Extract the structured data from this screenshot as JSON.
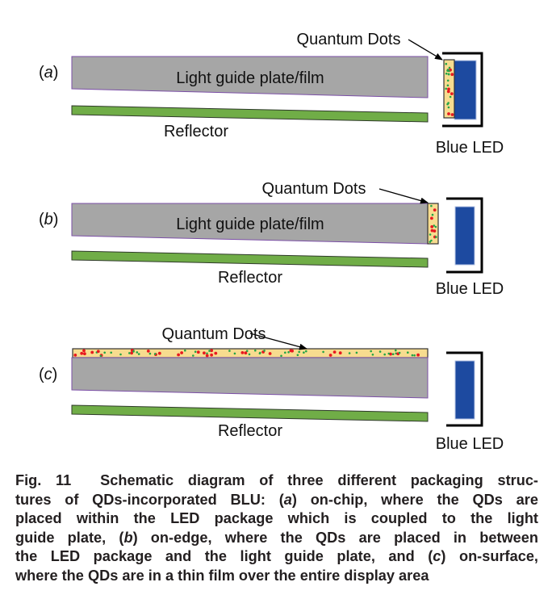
{
  "figure": {
    "colors": {
      "light_guide_fill": "#a6a6a6",
      "light_guide_stroke": "#7b4fa6",
      "reflector_fill": "#70ad47",
      "reflector_stroke": "#2f3a2a",
      "qd_fill": "#f7dc8f",
      "qd_red": "#e8191f",
      "qd_green": "#22a447",
      "led_blue": "#1d4aa0",
      "bracket": "#000000",
      "text": "#111111"
    },
    "panels": [
      {
        "id": "a",
        "label_open": "(",
        "label_letter": "a",
        "label_close": ")",
        "configuration": "on-chip",
        "light_guide_label": "Light guide plate/film",
        "reflector_label": "Reflector",
        "qd_label": "Quantum Dots",
        "led_label": "Blue LED"
      },
      {
        "id": "b",
        "label_open": "(",
        "label_letter": "b",
        "label_close": ")",
        "configuration": "on-edge",
        "light_guide_label": "Light guide plate/film",
        "reflector_label": "Reflector",
        "qd_label": "Quantum Dots",
        "led_label": "Blue LED"
      },
      {
        "id": "c",
        "label_open": "(",
        "label_letter": "c",
        "label_close": ")",
        "configuration": "on-surface",
        "light_guide_label": "",
        "reflector_label": "Reflector",
        "qd_label": "Quantum Dots",
        "led_label": "Blue LED"
      }
    ]
  },
  "caption": {
    "lines": [
      [
        "Fig. 11  Schematic diagram of three different packaging struc-"
      ],
      [
        "tures of QDs-incorporated BLU: (",
        "a",
        ") on-chip, where the QDs are"
      ],
      [
        "placed within the LED package which is coupled to the light"
      ],
      [
        "guide plate, (",
        "b",
        ") on-edge, where the QDs are placed in between"
      ],
      [
        "the LED package and the light guide plate, and (",
        "c",
        ") on-surface,"
      ],
      [
        "where the QDs are in a thin film over the entire display area"
      ]
    ]
  }
}
